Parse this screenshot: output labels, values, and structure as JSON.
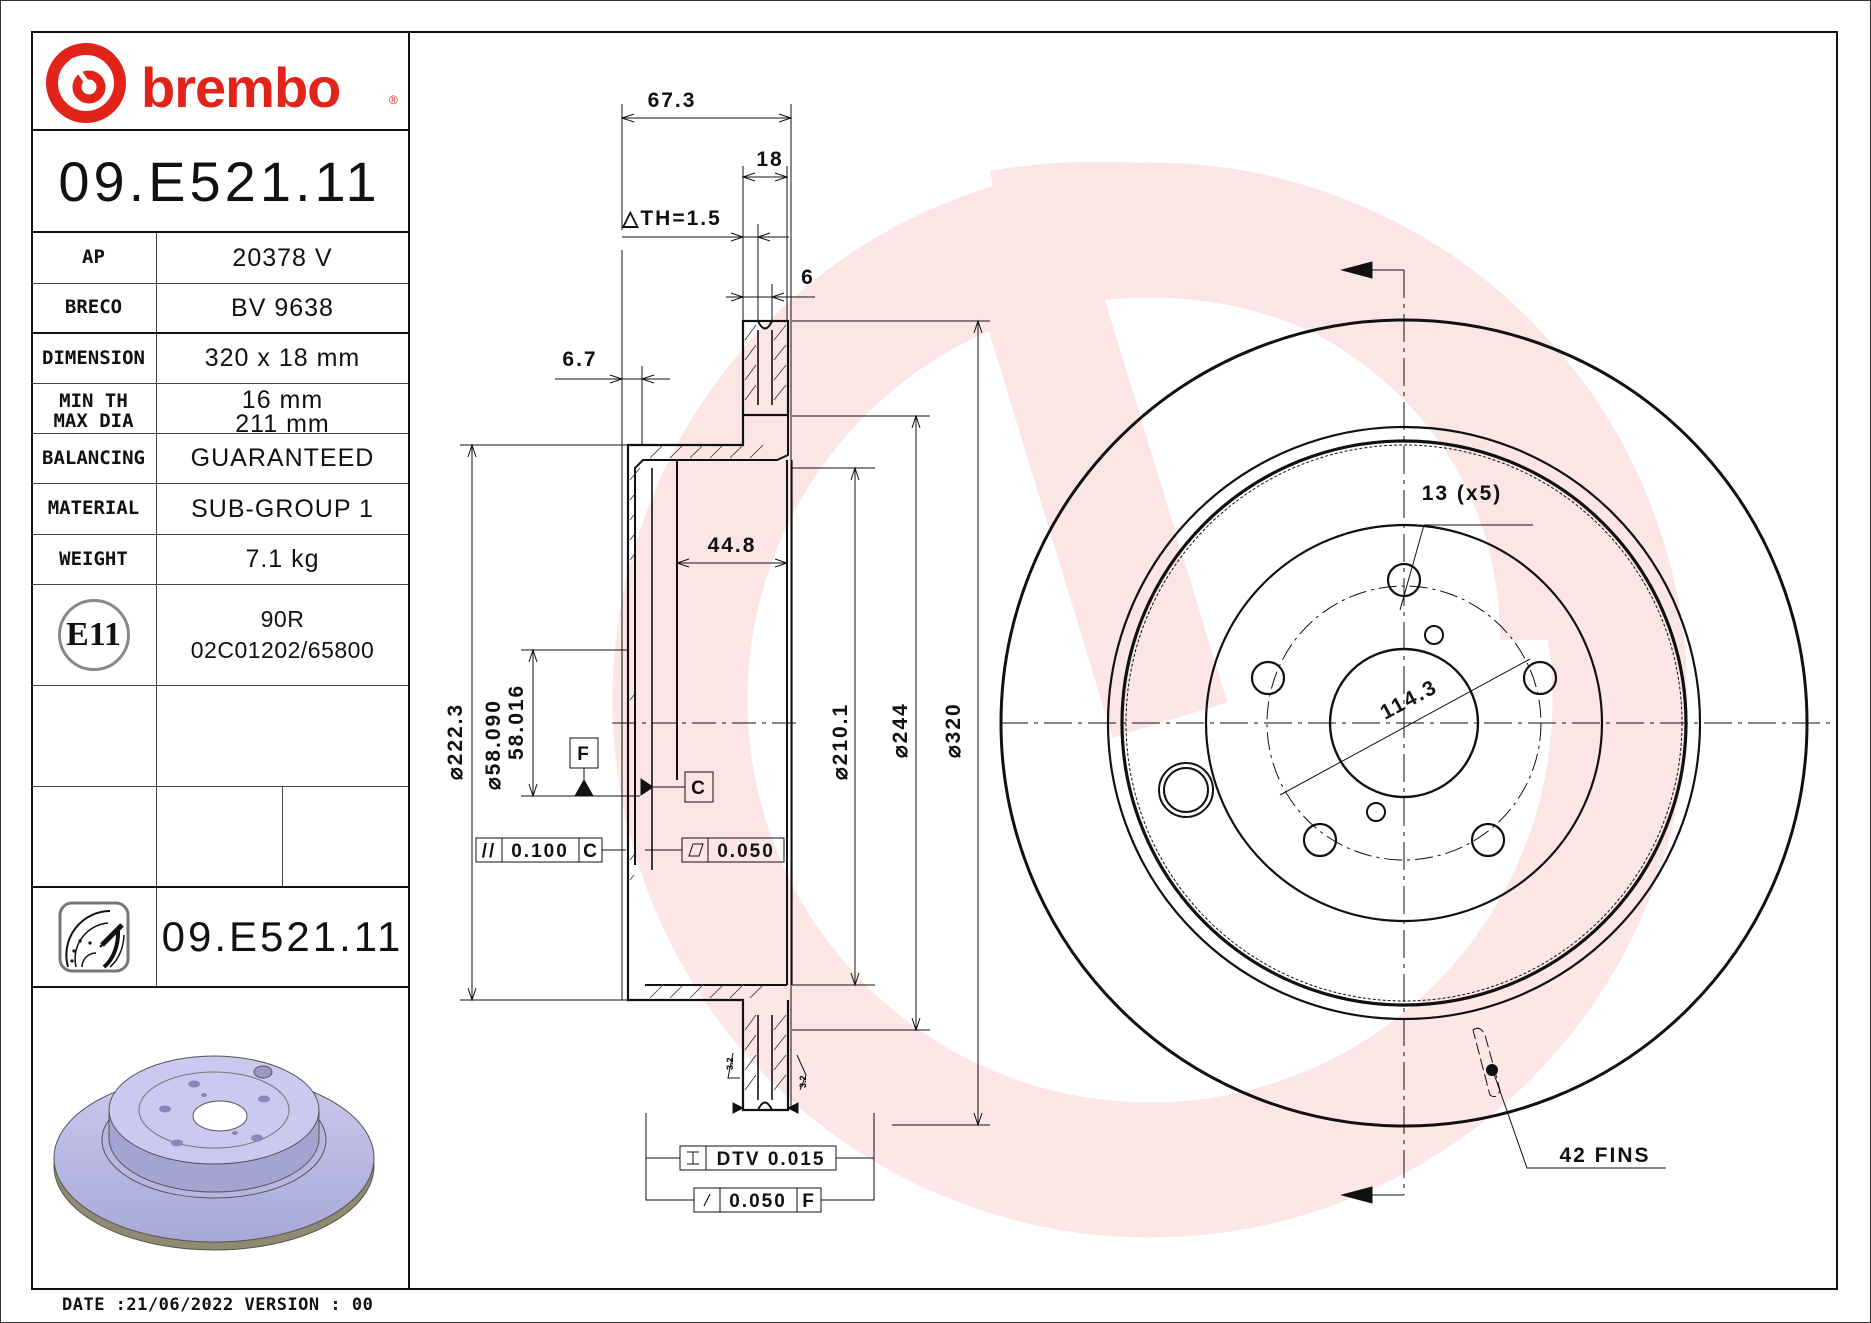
{
  "brand": {
    "name": "brembo",
    "registered_mark": "®",
    "color": "#e2231a"
  },
  "header": {
    "part_number": "09.E521.11"
  },
  "spec_table": {
    "rows": [
      {
        "label": "AP",
        "value": "20378 V"
      },
      {
        "label": "BRECO",
        "value": "BV 9638"
      },
      {
        "label": "DIMENSION",
        "value": "320 x 18 mm"
      },
      {
        "label_line1": "MIN TH",
        "label_line2": "MAX DIA",
        "value_line1": "16 mm",
        "value_line2": "211 mm"
      },
      {
        "label": "BALANCING",
        "value": "GUARANTEED"
      },
      {
        "label": "MATERIAL",
        "value": "SUB-GROUP 1"
      },
      {
        "label": "WEIGHT",
        "value": "7.1 kg"
      }
    ],
    "approval": {
      "mark": "E11",
      "line1": "90R",
      "line2": "02C01202/65800"
    },
    "footer_part_number": "09.E521.11"
  },
  "footer": {
    "date_version": "DATE :21/06/2022 VERSION : 00"
  },
  "section_view": {
    "dimensions": {
      "overall_height": "67.3",
      "disc_thickness": "18",
      "delta_th": "△TH=1.5",
      "fin_offset": "6",
      "hat_offset": "6.7",
      "hat_depth": "44.8",
      "dia_222": "⌀222.3",
      "dia_58_max": "⌀58.090",
      "dia_58_min": "58.016",
      "dia_210": "⌀210.1",
      "dia_244": "⌀244",
      "dia_320": "⌀320"
    },
    "datums": {
      "f": "F",
      "c": "C"
    },
    "tolerances": {
      "parallelism": {
        "symbol": "//",
        "value": "0.100",
        "datum": "C"
      },
      "flatness": {
        "symbol": "▱",
        "value": "0.050"
      },
      "dtv": {
        "symbol": "⌶",
        "value": "DTV 0.015"
      },
      "runout": {
        "symbol": "↗",
        "value": "0.050",
        "datum": "F"
      }
    },
    "roughness": [
      "3.2",
      "3.2"
    ]
  },
  "front_view": {
    "bolt_holes": "13 (x5)",
    "pcd": "114.3",
    "fins": "42 FINS"
  }
}
